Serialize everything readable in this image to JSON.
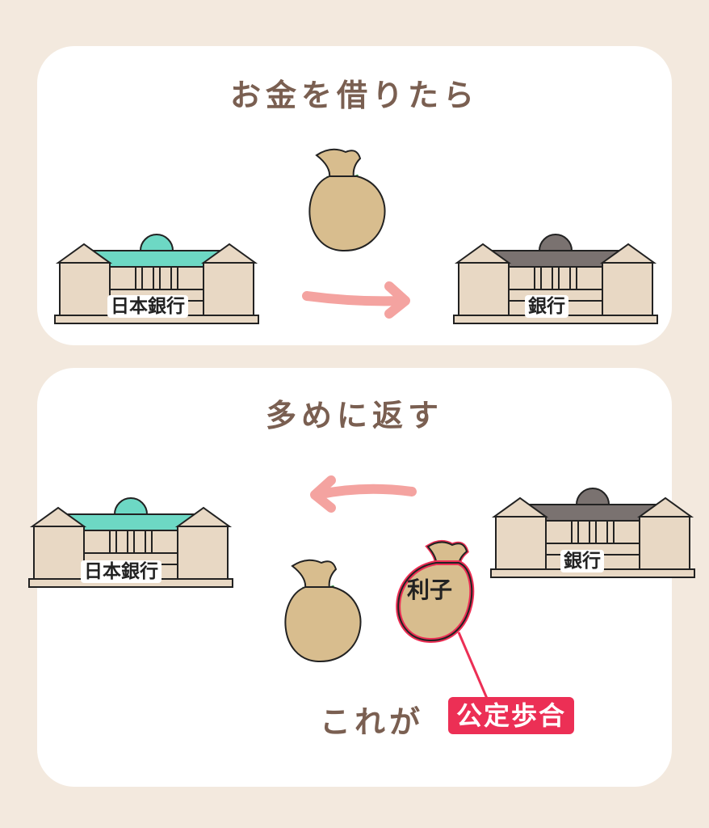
{
  "top_panel": {
    "heading": "お金を借りたら",
    "left_bank_label": "日本銀行",
    "right_bank_label": "銀行"
  },
  "bottom_panel": {
    "heading": "多めに返す",
    "left_bank_label": "日本銀行",
    "right_bank_label": "銀行",
    "interest_label": "利子",
    "caption_prefix": "これが",
    "caption_highlight": "公定歩合"
  },
  "colors": {
    "background": "#f3e9de",
    "panel": "#ffffff",
    "heading_text": "#7a5f51",
    "boj_roof": "#6dd8c4",
    "bank_roof": "#7a7270",
    "building_body": "#e8d8c4",
    "money_bag": "#d8bd8e",
    "bag_tie": "#3a9a4a",
    "arrow": "#f4a3a0",
    "highlight": "#ec2f55"
  },
  "icons": [
    "money-bag-icon",
    "bank-of-japan-building-icon",
    "bank-building-icon",
    "arrow-right-icon",
    "arrow-left-icon"
  ]
}
